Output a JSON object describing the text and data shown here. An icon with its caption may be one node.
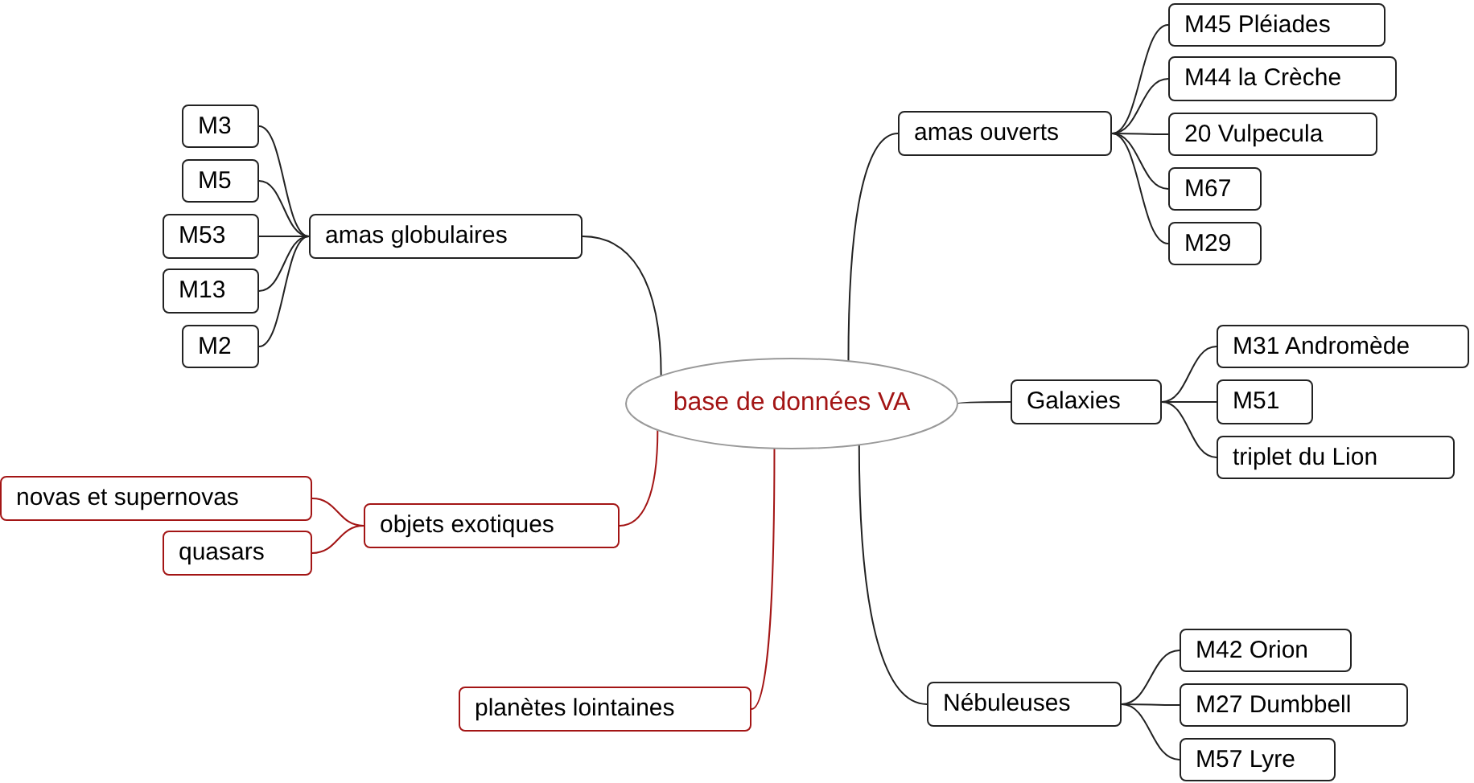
{
  "diagram": {
    "nodes": [
      {
        "text": [
          "base de données VA"
        ]
      },
      {
        "text": [
          "amas globulaires"
        ]
      },
      {
        "text": [
          "M3"
        ]
      },
      {
        "text": [
          "M5"
        ]
      },
      {
        "text": [
          "M53"
        ]
      },
      {
        "text": [
          "M13"
        ]
      },
      {
        "text": [
          "M2"
        ]
      },
      {
        "text": [
          "objets exotiques"
        ]
      },
      {
        "text": [
          "novas et supernovas"
        ]
      },
      {
        "text": [
          "quasars"
        ]
      },
      {
        "text": [
          "planètes lointaines"
        ]
      },
      {
        "text": [
          "amas ouverts"
        ]
      },
      {
        "text": [
          "M45 Pléiades"
        ]
      },
      {
        "text": [
          "M44 la Crèche"
        ]
      },
      {
        "text": [
          "20 Vulpecula"
        ]
      },
      {
        "text": [
          "M67"
        ]
      },
      {
        "text": [
          "M29"
        ]
      },
      {
        "text": [
          "Galaxies"
        ]
      },
      {
        "text": [
          "M31 Andromède"
        ]
      },
      {
        "text": [
          "M51"
        ]
      },
      {
        "text": [
          "triplet du Lion"
        ]
      },
      {
        "text": [
          "Nébuleuses"
        ]
      },
      {
        "text": [
          "M42 Orion"
        ]
      },
      {
        "text": [
          "M27 Dumbbell"
        ]
      },
      {
        "text": [
          "M57 Lyre"
        ]
      }
    ],
    "edges": [
      {
        "from": 0,
        "to": 1,
        "arrow": "none"
      },
      {
        "from": 1,
        "to": 2,
        "arrow": "none"
      },
      {
        "from": 1,
        "to": 3,
        "arrow": "none"
      },
      {
        "from": 1,
        "to": 4,
        "arrow": "none"
      },
      {
        "from": 1,
        "to": 5,
        "arrow": "none"
      },
      {
        "from": 1,
        "to": 6,
        "arrow": "none"
      },
      {
        "from": 0,
        "to": 7,
        "arrow": "none",
        "color": "#a31515"
      },
      {
        "from": 7,
        "to": 8,
        "arrow": "none",
        "color": "#a31515"
      },
      {
        "from": 7,
        "to": 9,
        "arrow": "none",
        "color": "#a31515"
      },
      {
        "from": 0,
        "to": 10,
        "arrow": "none",
        "color": "#a31515"
      },
      {
        "from": 0,
        "to": 11,
        "arrow": "none"
      },
      {
        "from": 11,
        "to": 12,
        "arrow": "none"
      },
      {
        "from": 11,
        "to": 13,
        "arrow": "none"
      },
      {
        "from": 11,
        "to": 14,
        "arrow": "none"
      },
      {
        "from": 11,
        "to": 15,
        "arrow": "none"
      },
      {
        "from": 11,
        "to": 16,
        "arrow": "none"
      },
      {
        "from": 0,
        "to": 17,
        "arrow": "none"
      },
      {
        "from": 17,
        "to": 18,
        "arrow": "none"
      },
      {
        "from": 17,
        "to": 19,
        "arrow": "none"
      },
      {
        "from": 17,
        "to": 20,
        "arrow": "none"
      },
      {
        "from": 0,
        "to": 21,
        "arrow": "none"
      },
      {
        "from": 21,
        "to": 22,
        "arrow": "none"
      },
      {
        "from": 21,
        "to": 23,
        "arrow": "none"
      },
      {
        "from": 21,
        "to": 24,
        "arrow": "none"
      }
    ]
  }
}
